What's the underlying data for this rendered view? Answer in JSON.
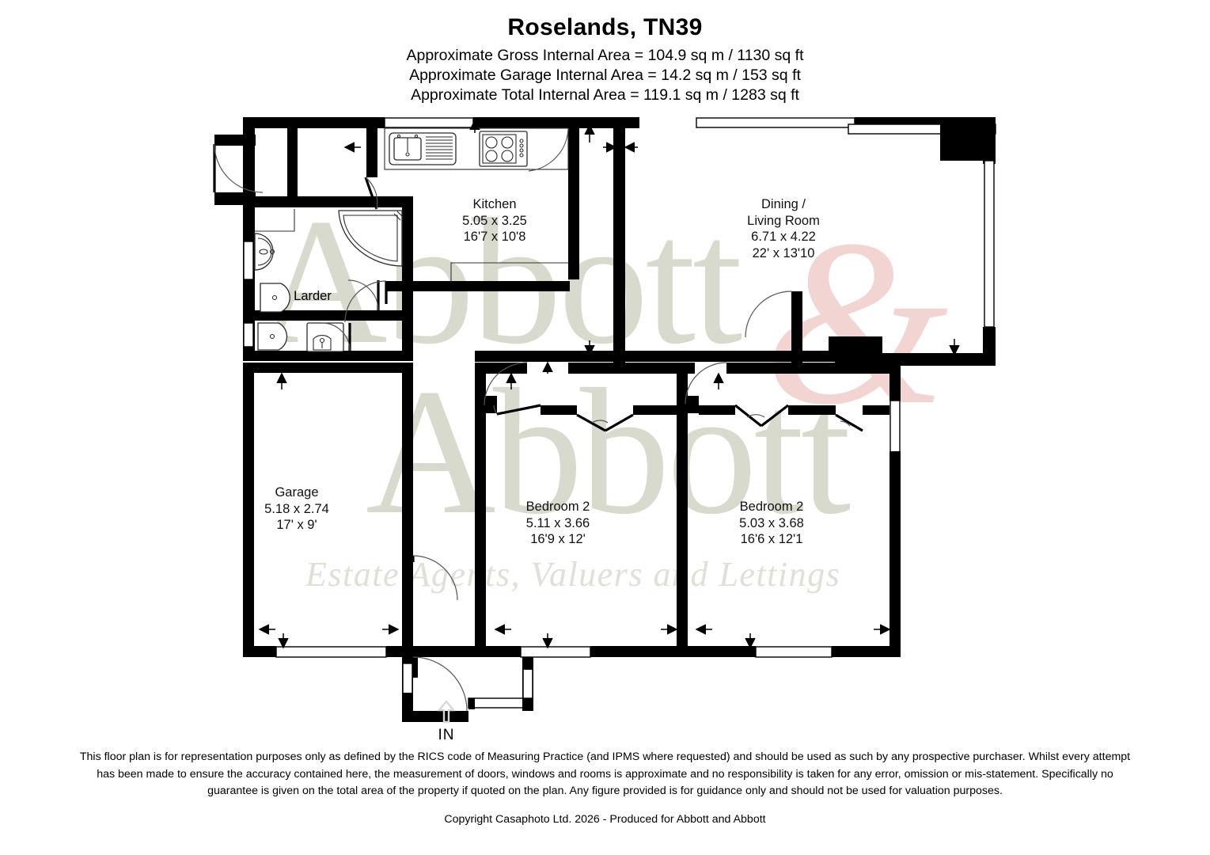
{
  "header": {
    "title": "Roselands, TN39",
    "areas": [
      "Approximate Gross Internal Area = 104.9 sq m / 1130 sq ft",
      "Approximate Garage Internal Area = 14.2 sq m / 153 sq ft",
      "Approximate Total Internal Area = 119.1 sq m / 1283 sq ft"
    ]
  },
  "rooms": [
    {
      "id": "kitchen",
      "name": "Kitchen",
      "name2": "",
      "metric": "5.05 x 3.25",
      "imperial": "16'7 x 10'8"
    },
    {
      "id": "dining",
      "name": "Dining /",
      "name2": "Living Room",
      "metric": "6.71 x 4.22",
      "imperial": "22' x 13'10"
    },
    {
      "id": "bedleft",
      "name": "Bedroom 2",
      "name2": "",
      "metric": "5.11 x 3.66",
      "imperial": "16'9 x 12'"
    },
    {
      "id": "bedright",
      "name": "Bedroom 2",
      "name2": "",
      "metric": "5.03 x 3.68",
      "imperial": "16'6 x 12'1"
    },
    {
      "id": "garage",
      "name": "Garage",
      "name2": "",
      "metric": "5.18 x 2.74",
      "imperial": "17' x 9'"
    }
  ],
  "larder": {
    "label": "Larder"
  },
  "entry": {
    "label": "IN",
    "icon": "up-arrow-icon"
  },
  "fixtures": {
    "sink": "kitchen-sink-icon",
    "hob": "kitchen-hob-icon",
    "bath": "corner-bath-icon",
    "basin": "wash-basin-icon",
    "wc": "toilet-icon",
    "wc2": "toilet-icon",
    "basin2": "wash-basin-icon"
  },
  "watermark": {
    "brand_line1": "Abbott",
    "brand_line2": "Abbott",
    "ampersand": "&",
    "tagline": "Estate Agents, Valuers and Lettings",
    "brand_color": "#d8dacd",
    "accent_color": "#f2d4d2"
  },
  "footer": {
    "disclaimer": "This floor plan is for representation purposes only as defined by the RICS code of Measuring Practice (and IPMS where requested) and should be used as such by any prospective purchaser. Whilst every attempt has been made to ensure the accuracy contained here, the measurement of doors, windows and rooms is approximate and no responsibility is taken for any error, omission or mis-statement. Specifically no guarantee is given on the total area of the property if quoted on the plan. Any figure provided is for guidance only and should not be used for valuation purposes.",
    "copyright": "Copyright Casaphoto Ltd. 2026 - Produced for Abbott and Abbott"
  },
  "colors": {
    "wall": "#000000",
    "background": "#ffffff",
    "fixture_stroke": "#2b2b2b"
  }
}
